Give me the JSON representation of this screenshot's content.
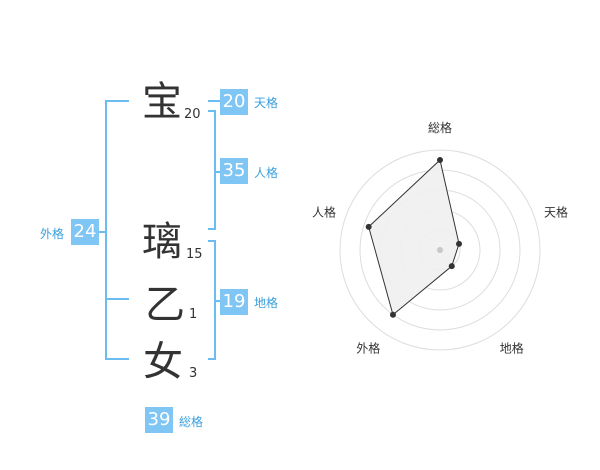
{
  "name": {
    "chars": [
      {
        "char": "宝",
        "strokes": "20"
      },
      {
        "char": "璃",
        "strokes": "15"
      },
      {
        "char": "乙",
        "strokes": "1"
      },
      {
        "char": "女",
        "strokes": "3"
      }
    ]
  },
  "kakusu": {
    "tenkaku": {
      "value": "20",
      "label": "天格"
    },
    "jinkaku": {
      "value": "35",
      "label": "人格"
    },
    "chikaku": {
      "value": "19",
      "label": "地格"
    },
    "gaikaku": {
      "value": "24",
      "label": "外格"
    },
    "soukaku": {
      "value": "39",
      "label": "総格"
    }
  },
  "colors": {
    "accent": "#7fc6f4",
    "bracket": "#6bbdf1"
  },
  "chart_data": {
    "type": "radar",
    "axes": [
      "総格",
      "天格",
      "地格",
      "外格",
      "人格"
    ],
    "values": [
      0.9,
      0.2,
      0.2,
      0.8,
      0.75
    ],
    "rings": 5
  }
}
